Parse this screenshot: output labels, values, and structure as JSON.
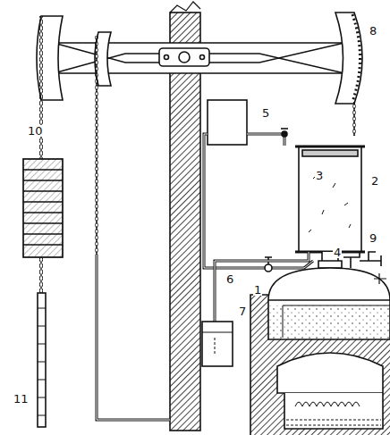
{
  "diagram": {
    "labels": [
      "8",
      "5",
      "3",
      "2",
      "10",
      "6",
      "4",
      "9",
      "1",
      "7",
      "11"
    ]
  }
}
